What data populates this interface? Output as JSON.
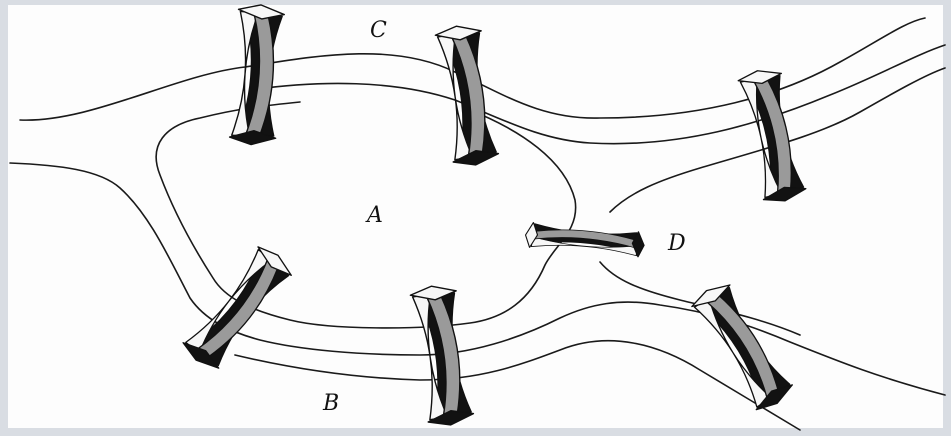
{
  "figure": {
    "labels": {
      "A": "A",
      "B": "B",
      "C": "C",
      "D": "D"
    },
    "bridge_count": 7
  },
  "colors": {
    "ink": "#1a1a1a",
    "bridge_band": "#9a9a9a",
    "bridge_shadow": "#121212",
    "bridge_face": "#f7f7f7"
  }
}
